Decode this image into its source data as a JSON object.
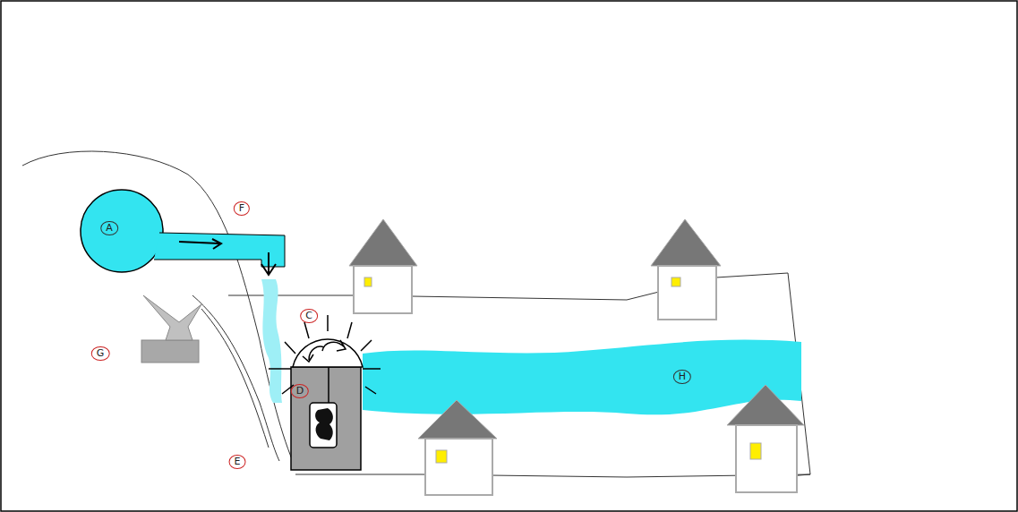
{
  "diagram": {
    "labels": [
      "F",
      "A",
      "C",
      "G",
      "D",
      "H",
      "E"
    ]
  }
}
